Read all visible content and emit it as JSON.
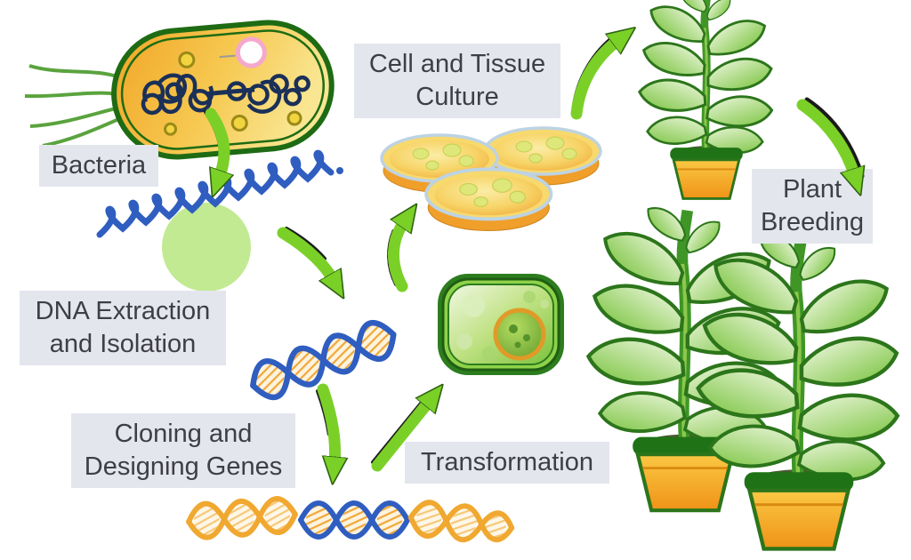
{
  "diagram": {
    "type": "flow-diagram",
    "topic": "Plant biotechnology / genetic engineering cycle",
    "steps": [
      "Bacteria",
      "DNA Extraction and Isolation",
      "Cloning and Designing Genes",
      "Transformation",
      "Cell and Tissue Culture",
      "Plant Breeding"
    ],
    "arrows": [
      {
        "from": "bacterium",
        "to": "extracted-dna"
      },
      {
        "from": "extracted-dna",
        "to": "isolated-dna"
      },
      {
        "from": "isolated-dna",
        "to": "cloned-genes"
      },
      {
        "from": "cloned-genes",
        "to": "transformed-plant-cell"
      },
      {
        "from": "transformed-plant-cell",
        "to": "tissue-culture-dishes"
      },
      {
        "from": "tissue-culture-dishes",
        "to": "regenerated-plant"
      },
      {
        "from": "regenerated-plant",
        "to": "plant-breeding"
      }
    ],
    "illustrations": [
      "bacterium-with-flagella",
      "extracted-dna-coil",
      "isolated-dna-helix",
      "cloned-gene-helices",
      "plant-cell",
      "petri-dishes",
      "potted-plants"
    ]
  },
  "labels": {
    "bacteria": "Bacteria",
    "dna_extraction": {
      "line1": "DNA Extraction",
      "line2": "and Isolation"
    },
    "cloning": {
      "line1": "Cloning and",
      "line2": "Designing Genes"
    },
    "transformation": "Transformation",
    "cell_culture": {
      "line1": "Cell and Tissue",
      "line2": "Culture"
    },
    "plant_breeding": {
      "line1": "Plant",
      "line2": "Breeding"
    }
  },
  "colors": {
    "background": "#ffffff",
    "label_bg": "#e4e6ee",
    "label_text": "#3e3f43",
    "arrow_green": "#7bd028",
    "dna_blue": "#2f5ec0",
    "dna_orange": "#f0a830",
    "leaf_green": "#72c034",
    "pot_orange": "#f5a623",
    "outline_green": "#226b14",
    "highlight_green": "#c2ea93"
  }
}
